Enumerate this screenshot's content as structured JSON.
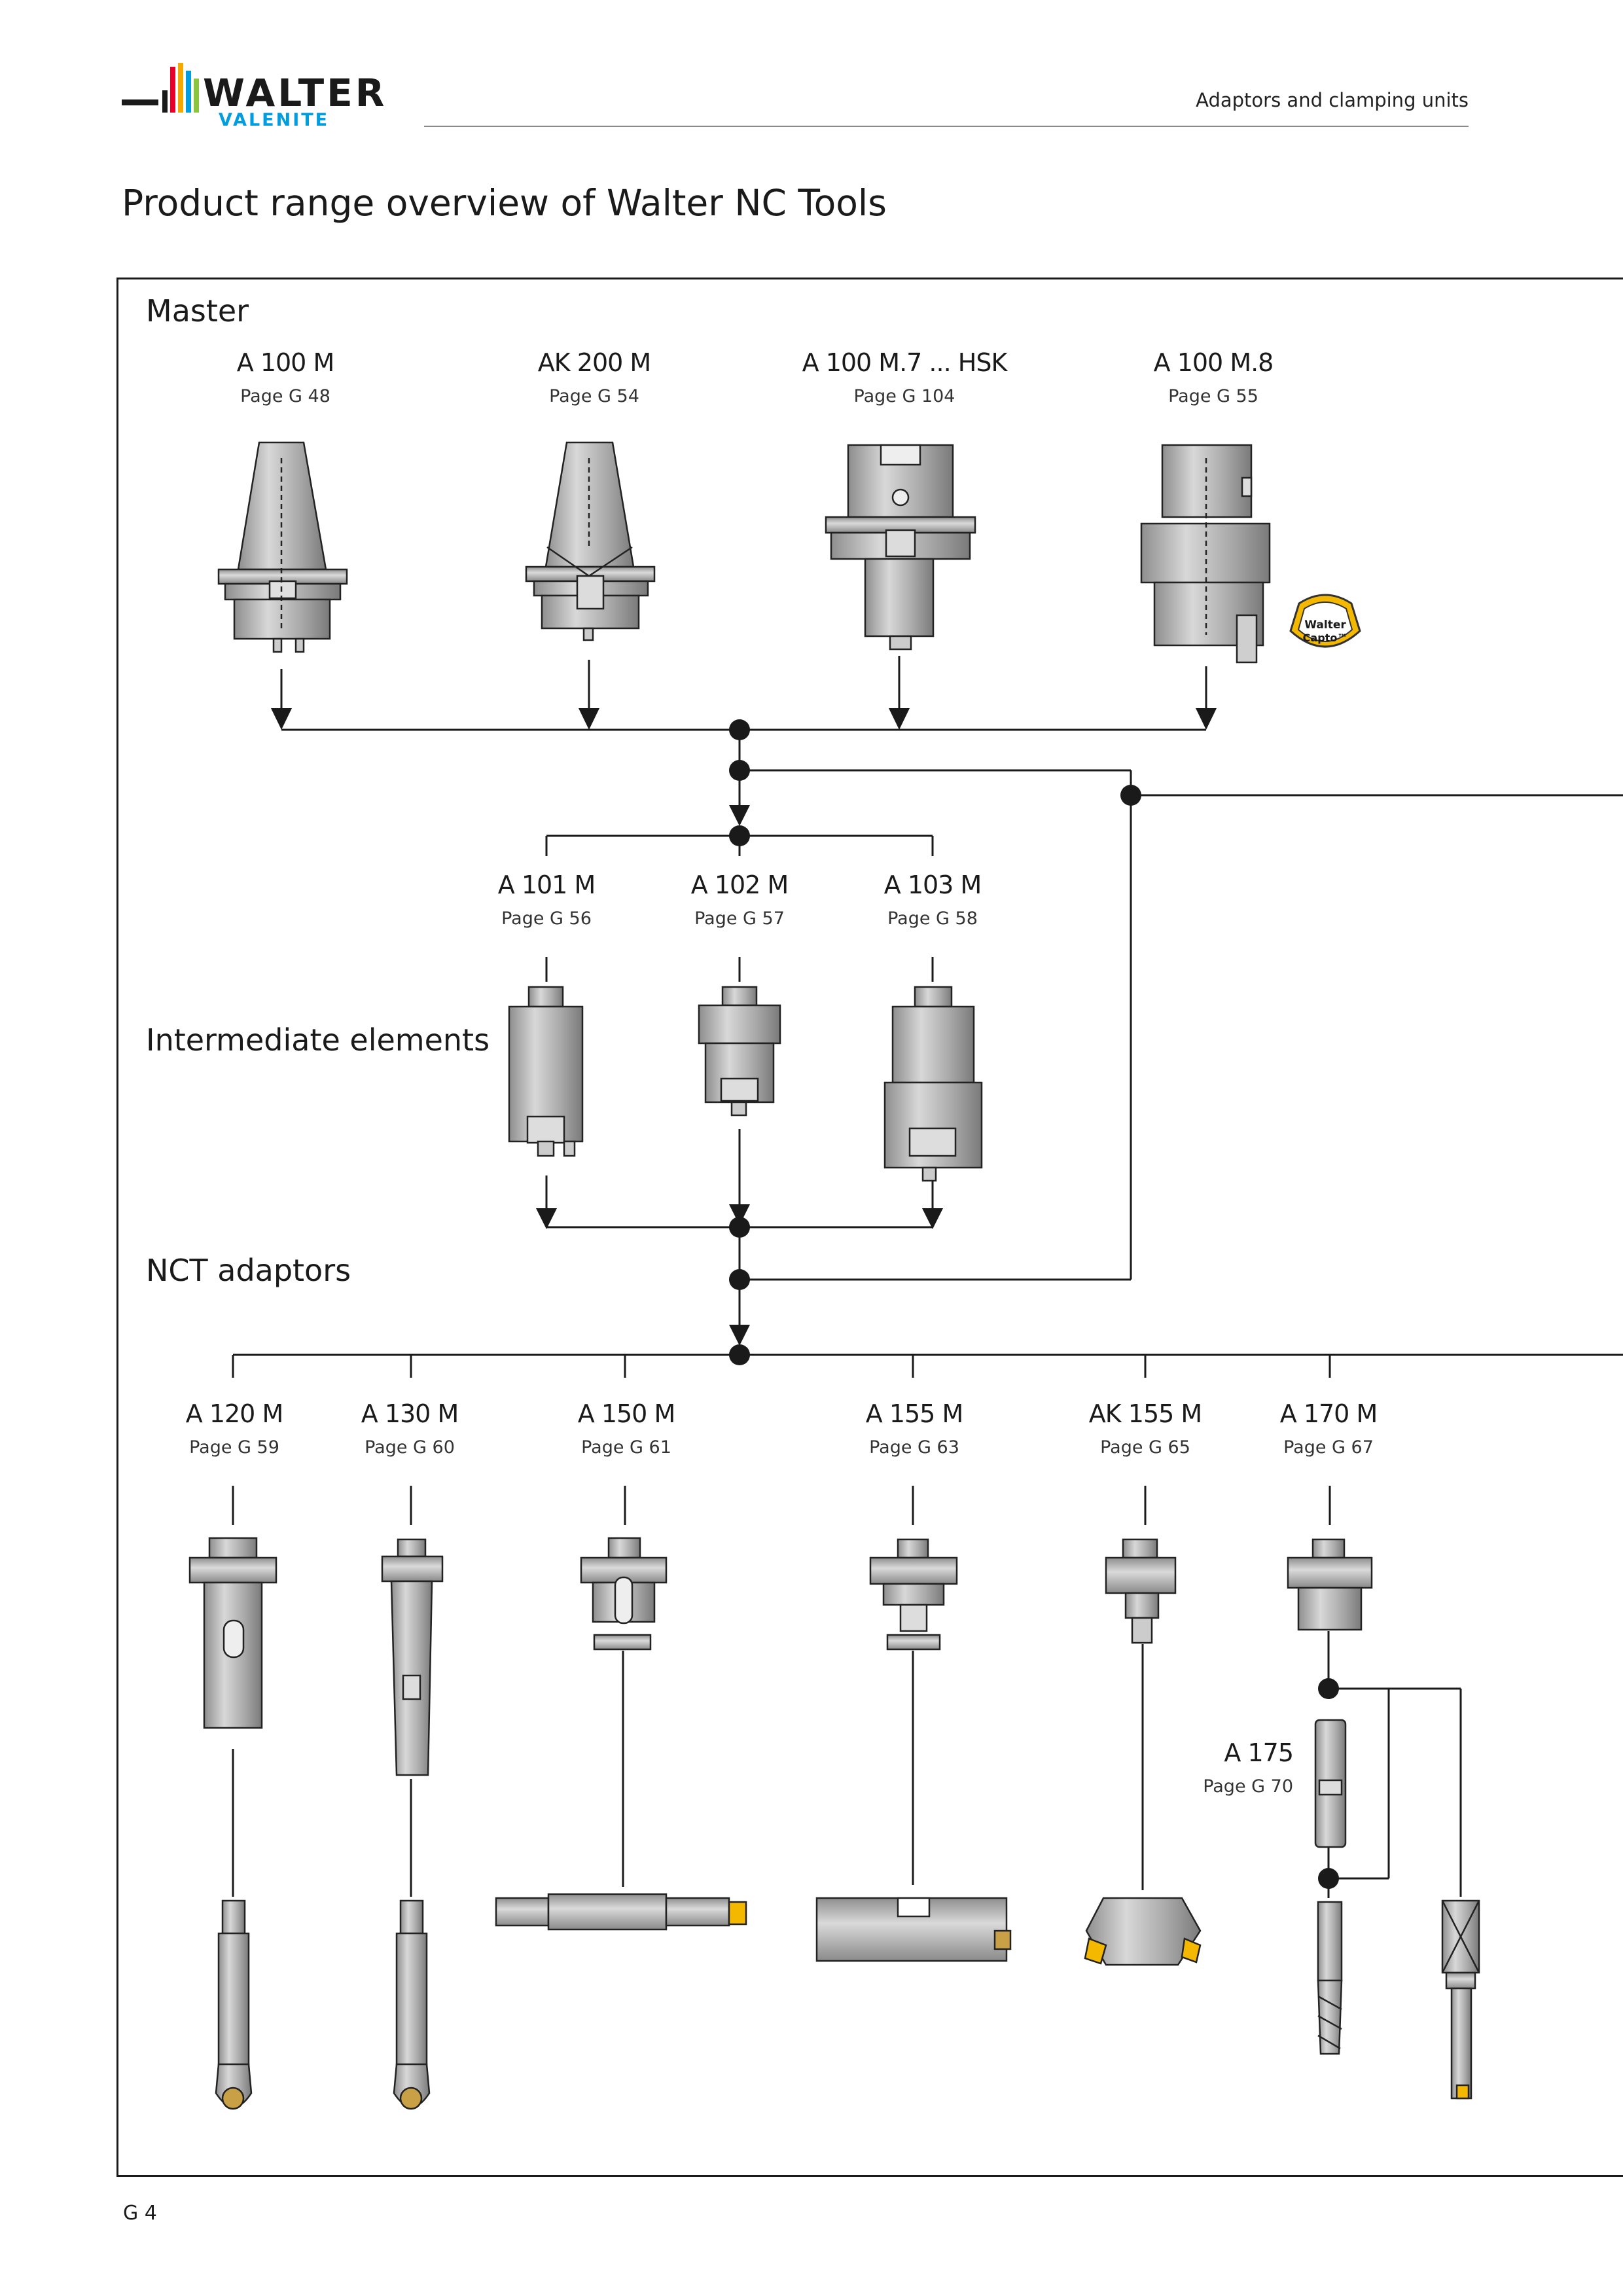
{
  "brand": {
    "name": "WALTER",
    "sub": "VALENITE",
    "stripe_colors": [
      "#1a1a1a",
      "#e4002b",
      "#f5a800",
      "#009ee0",
      "#8bc53f"
    ]
  },
  "header": {
    "title": "Adaptors and clamping units"
  },
  "page_title": "Product range overview of Walter NC Tools",
  "sections": {
    "master": "Master",
    "intermediate": "Intermediate elements",
    "nct": "NCT adaptors"
  },
  "master": [
    {
      "model": "A 100 M",
      "page": "Page G 48"
    },
    {
      "model": "AK 200 M",
      "page": "Page G 54"
    },
    {
      "model": "A 100 M.7 ... HSK",
      "page": "Page G 104"
    },
    {
      "model": "A 100 M.8",
      "page": "Page G 55"
    }
  ],
  "capto_badge": {
    "line1": "Walter",
    "line2": "Capto™",
    "color": "#f5b800"
  },
  "intermediate": [
    {
      "model": "A 101 M",
      "page": "Page G 56"
    },
    {
      "model": "A 102 M",
      "page": "Page G 57"
    },
    {
      "model": "A 103 M",
      "page": "Page G 58"
    }
  ],
  "nct": [
    {
      "model": "A 120 M",
      "page": "Page G 59"
    },
    {
      "model": "A 130 M",
      "page": "Page G 60"
    },
    {
      "model": "A 150 M",
      "page": "Page G 61"
    },
    {
      "model": "A 155 M",
      "page": "Page G 63"
    },
    {
      "model": "AK 155 M",
      "page": "Page G 65"
    },
    {
      "model": "A 170 M",
      "page": "Page G 67"
    }
  ],
  "a175": {
    "model": "A 175",
    "page": "Page G 70"
  },
  "footer": {
    "page_number": "G 4"
  }
}
